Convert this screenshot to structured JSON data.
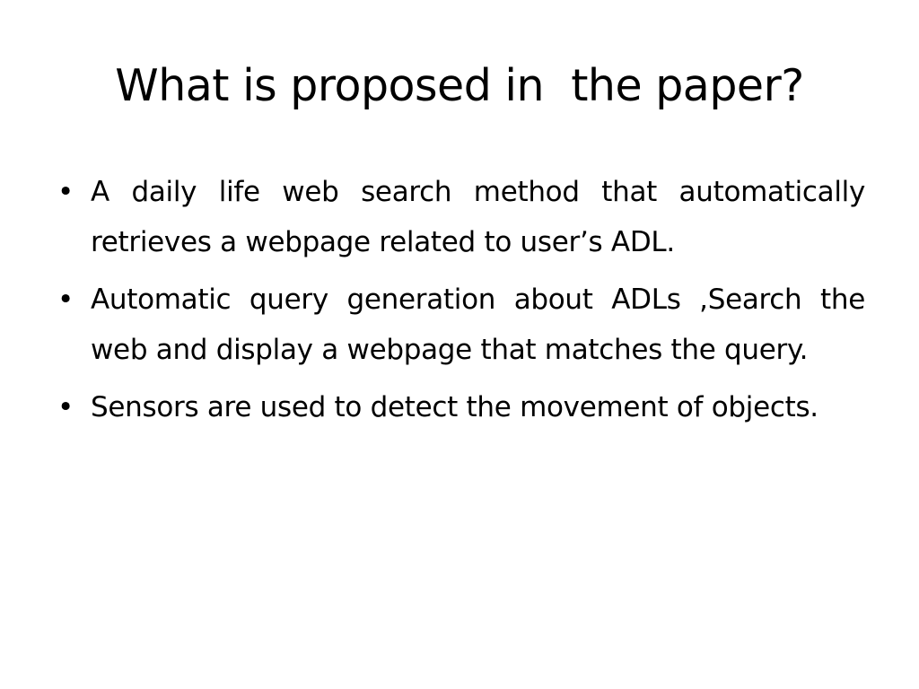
{
  "slide": {
    "title": "What is proposed in  the paper?",
    "bullet_symbol": "•",
    "bullets": [
      "A daily life web search method that automatically retrieves a webpage related to user’s ADL.",
      "Automatic query generation about ADLs ,Search the web and display a webpage that matches the query.",
      "Sensors are used to detect the movement of objects."
    ]
  }
}
